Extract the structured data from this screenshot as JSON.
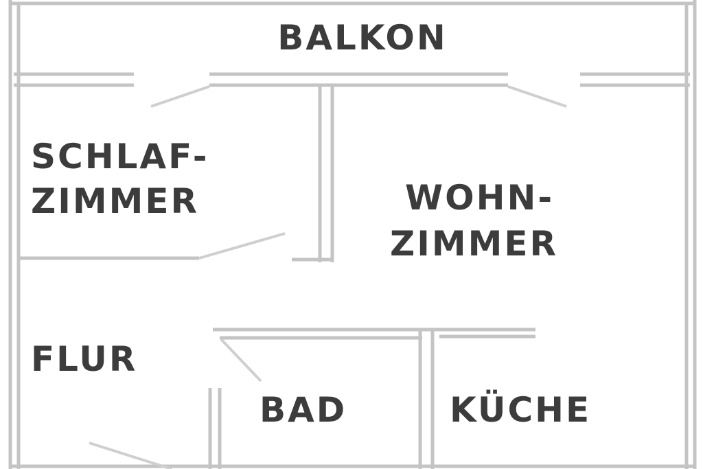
{
  "rooms": {
    "balkon": "BALKON",
    "schlafzimmer_1": "SCHLAF-",
    "schlafzimmer_2": "ZIMMER",
    "wohnzimmer_1": "WOHN-",
    "wohnzimmer_2": "ZIMMER",
    "flur": "FLUR",
    "bad": "BAD",
    "kueche": "KÜCHE"
  },
  "colors": {
    "wall": "#c4c4c4",
    "text": "#3c3c3c"
  }
}
